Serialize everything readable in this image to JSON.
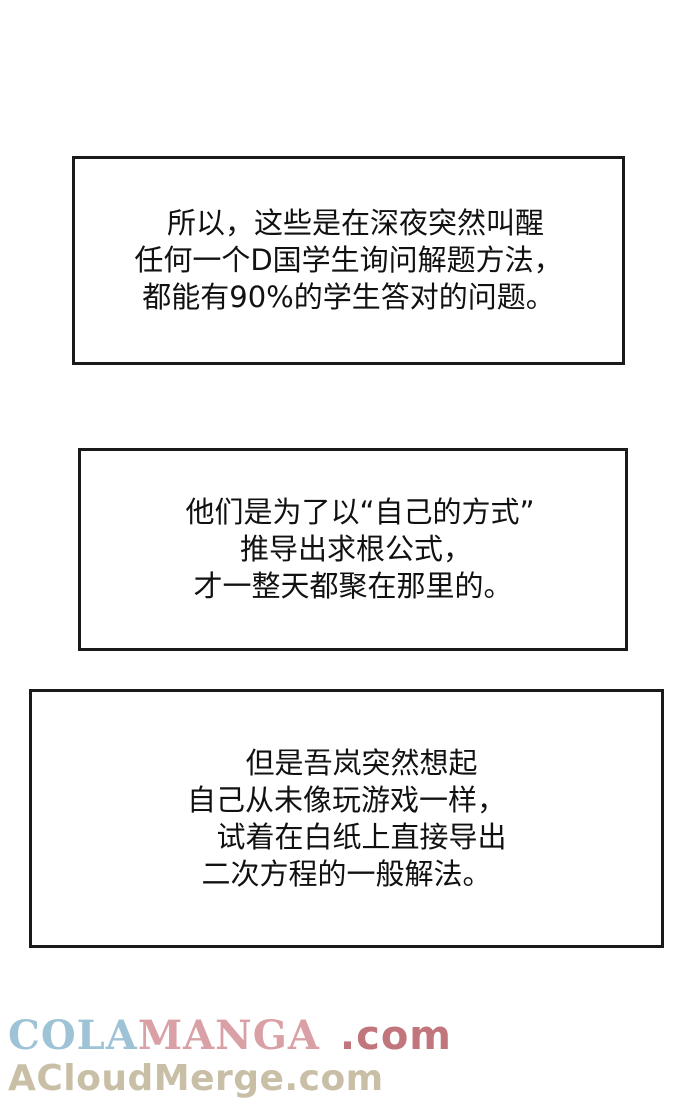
{
  "panels": [
    {
      "lines": [
        "所以，这些是在深夜突然叫醒",
        "任何一个D国学生询问解题方法，",
        "都能有90%的学生答对的问题。"
      ]
    },
    {
      "lines": [
        "他们是为了以“自己的方式”",
        "推导出求根公式，",
        "才一整天都聚在那里的。"
      ]
    },
    {
      "lines": [
        "但是吾岚突然想起",
        "自己从未像玩游戏一样，",
        "试着在白纸上直接导出",
        "二次方程的一般解法。"
      ]
    }
  ],
  "watermark": {
    "line1_part1": "COLA",
    "line1_part2": "MANGA",
    "line1_part3": ".com",
    "line2": "ACloudMerge.com"
  },
  "colors": {
    "border": "#1a1a1a",
    "text": "#111111",
    "watermark_blue": "#9fc3d6",
    "watermark_pink": "#d9a1a6",
    "watermark_beige": "#c9bfa6"
  }
}
